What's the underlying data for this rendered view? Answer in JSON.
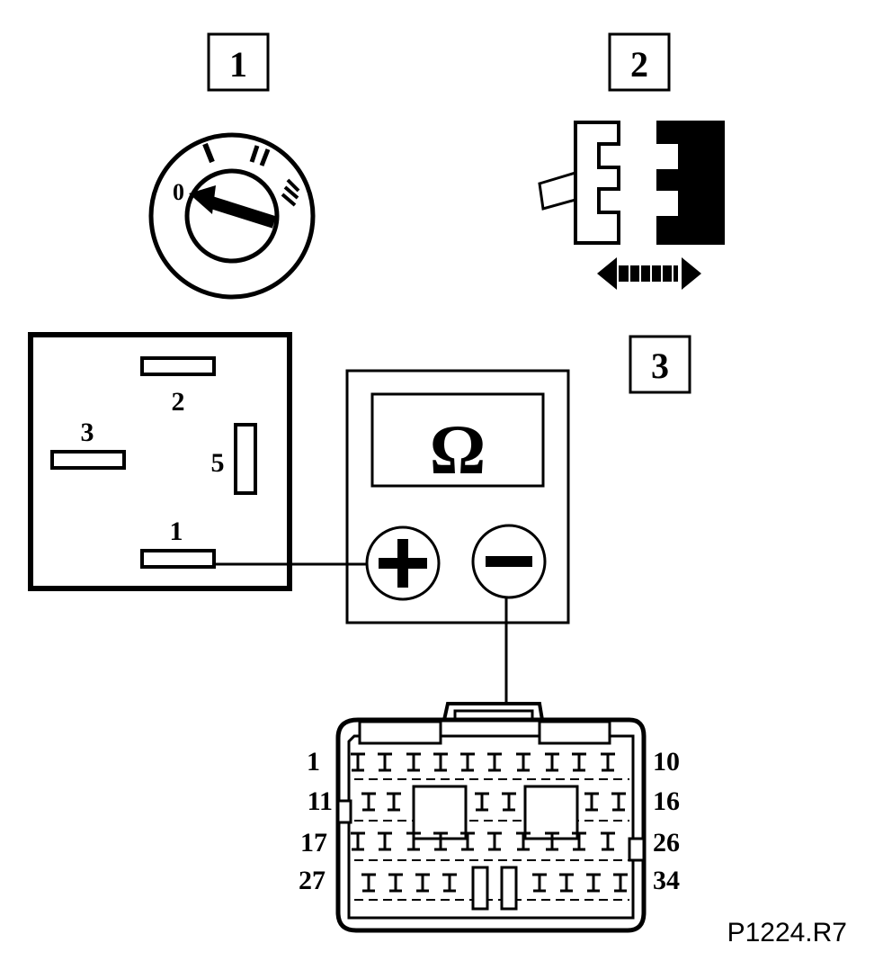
{
  "steps": {
    "step1": "1",
    "step2": "2",
    "step3": "3"
  },
  "ignition": {
    "positions": [
      "0",
      "I",
      "II",
      "III"
    ]
  },
  "relay": {
    "terminals": [
      "2",
      "3",
      "5",
      "1"
    ]
  },
  "meter": {
    "symbol": "Ω",
    "plus": "+",
    "minus": "−"
  },
  "connector": {
    "row_labels_left": [
      "1",
      "11",
      "17",
      "27"
    ],
    "row_labels_right": [
      "10",
      "16",
      "26",
      "34"
    ]
  },
  "figure_ref": "P1224.R7",
  "colors": {
    "ink": "#000000",
    "paper": "#ffffff"
  },
  "icons": [
    "ignition-switch-icon",
    "connector-plug-icon",
    "double-arrow-icon",
    "ohmmeter-icon"
  ]
}
